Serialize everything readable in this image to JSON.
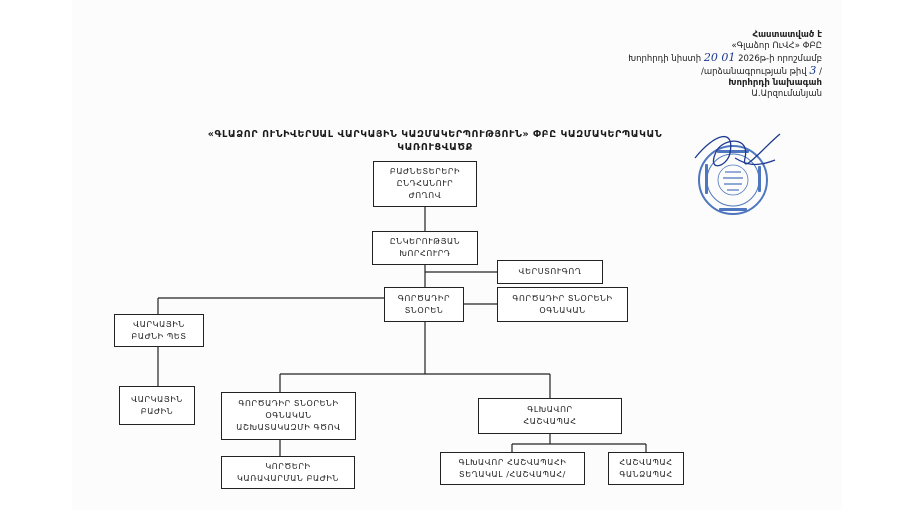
{
  "approval": {
    "line1": "Հաստատված է",
    "line2": "«Գլաձոր ՈւՎՀ» ՓԲԸ",
    "line3_prefix": "Խորհրդի նիստի",
    "date_hand": "20 01",
    "line3_suffix": "2026թ-ի որոշմամբ",
    "line4_prefix": "/արձանագրության թիվ",
    "protocol_no": "3",
    "line4_suffix": "/",
    "line5": "Խորհրդի նախագահ",
    "line6": "Ա.Արզումանյան"
  },
  "title": {
    "line1": "«ԳԼԱՁՈՐ ՈՒՆԻՎԵՐՍԱԼ ՎԱՐԿԱՅԻՆ ԿԱԶՄԱԿԵՐՊՈՒԹՅՈՒՆ» ՓԲԸ ԿԱԶՄԱԿԵՐՊԱԿԱՆ",
    "line2": "ԿԱՌՈՒՑՎԱԾՔ"
  },
  "boxes": {
    "shareholders_l1": "ԲԱԺՆԵՏԵՐԵՐԻ",
    "shareholders_l2": "ԸՆԴՀԱՆՈՒՐ",
    "shareholders_l3": "ԺՈՂՈՎ",
    "council_l1": "ԸՆԿԵՐՈՒԹՅԱՆ",
    "council_l2": "ԽՈՐՀՈՒՐԴ",
    "auditor": "ՎԵՐՍՏՈՒԳՈՂ",
    "ceo_l1": "ԳՈՐԾԱԴԻՐ",
    "ceo_l2": "ՏՆՕՐԵՆ",
    "ceo_assistant_l1": "ԳՈՐԾԱԴԻՐ ՏՆՕՐԵՆԻ",
    "ceo_assistant_l2": "ՕԳՆԱԿԱՆ",
    "credit_head_l1": "ՎԱՐԿԱՅԻՆ",
    "credit_head_l2": "ԲԱԺՆԻ ՊԵՏ",
    "credit_dept_l1": "ՎԱՐԿԱՅԻՆ",
    "credit_dept_l2": "ԲԱԺԻՆ",
    "deputy_l1": "ԳՈՐԾԱԴԻՐ ՏՆՕՐԵՆԻ",
    "deputy_l2": "ՕԳՆԱԿԱՆ",
    "deputy_l3": "ԱՇԽԱՏԱԿԱԶՄԻ ԳԾՈՎ",
    "records_l1": "ԿՈՐԾԵՐԻ",
    "records_l2": "ԿԱՌԱՎԱՐՄԱՆ ԲԱԺԻՆ",
    "chief_acc_l1": "ԳԼԽԱՎՈՐ",
    "chief_acc_l2": "ՀԱՇՎԱՊԱՀ",
    "deputy_acc_l1": "ԳԼԽԱՎՈՐ ՀԱՇՎԱՊԱՀԻ",
    "deputy_acc_l2": "ՏԵՂԱԿԱԼ /ՀԱՇՎԱՊԱՀ/",
    "cashier_l1": "ՀԱՇՎԱՊԱՀ",
    "cashier_l2": "ԳԱՆՁԱՊԱՀ"
  },
  "colors": {
    "stamp": "#2f5fb4",
    "signature": "#1b3a8f",
    "lines": "#222222"
  }
}
